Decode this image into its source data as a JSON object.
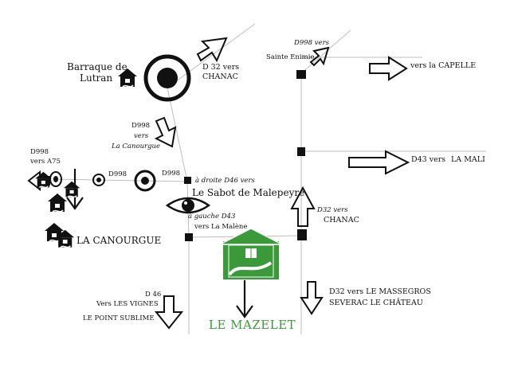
{
  "labels": {
    "barraque_line1": "Barraque de",
    "barraque_line2": "Lutran",
    "d32_chanac_top_line1": "D 32 vers",
    "d32_chanac_top_line2": "CHANAC",
    "d998_vers_top_line1": "D998 vers",
    "sainte_enimie": "Sainte Enimie",
    "vers_la_capelle": "vers la CAPELLE",
    "d998_canourgue_line1": "D998",
    "d998_canourgue_line2": "vers",
    "d998_canourgue_line3": "La Canourgue",
    "d998_a75_line1": "D998",
    "d998_a75_line2": "vers A75",
    "d998_mid1": "D998",
    "d998_mid2": "D998",
    "d43_vers_la_mali": "D43 vers",
    "la_mali": "LA MALI",
    "droite_d46": "à droite D46 vers",
    "sabot_malepeyre": "Le Sabot de Malepeyre",
    "gauche_d43_line1": "à gauche D43",
    "gauche_d43_line2": "vers La Malène",
    "d32_chanac_mid_line1": "D32 vers",
    "d32_chanac_mid_line2": "CHANAC",
    "la_canourgue": "LA CANOURGUE",
    "d46_line1": "D 46",
    "d46_line2": "Vers LES VIGNES",
    "d46_line3": "LE POINT SUBLIME",
    "le_mazelet": "LE MAZELET",
    "d32_massegros_line1": "D32 vers LE MASSEGROS",
    "d32_massegros_line2": "SEVERAC LE CHÂTEAU"
  },
  "colors": {
    "ink": "#111111",
    "accent_green": "#3a9a3a",
    "road_gray": "#bdbdbd"
  },
  "icons": [
    "house-icon",
    "target-icon",
    "eye-icon",
    "arrow-icon",
    "junction-square"
  ]
}
